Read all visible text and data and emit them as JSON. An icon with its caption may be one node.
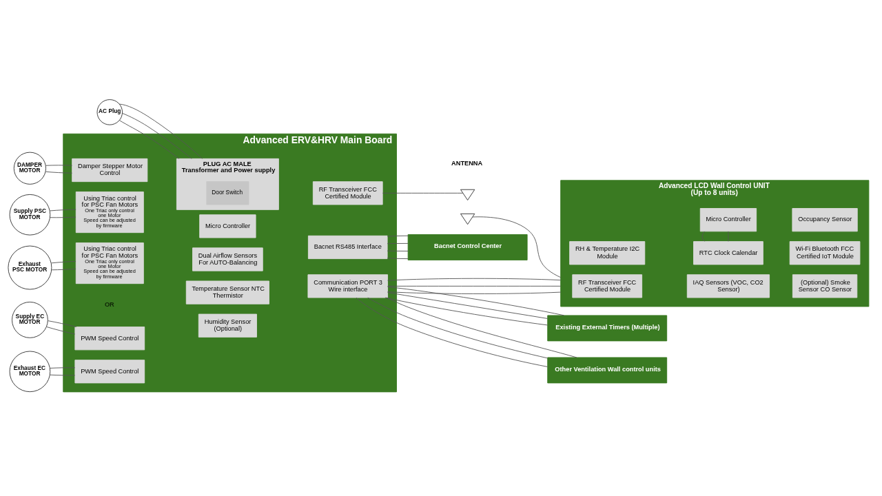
{
  "diagram": {
    "nodes": [
      {
        "text": [
          "Advanced ERV&HRV Main Board"
        ]
      },
      {
        "text": [
          "Damper Stepper Motor Control"
        ],
        "in": 0
      },
      {
        "text": [
          "PLUG AC MALE",
          "Transformer and Power supply"
        ],
        "in": 0
      },
      {
        "text": [
          "Door Switch"
        ],
        "in": 2
      },
      {
        "text": [
          "RF Transceiver FCC Certified Module"
        ],
        "in": 0
      },
      {
        "text": [
          "Using Triac control for PSC Fan Motors",
          "One Triac only control one Motor",
          "Speed can be adjusted by firmware"
        ],
        "in": 0
      },
      {
        "text": [
          "Communication PORT 3 Wire interface"
        ],
        "in": 0
      },
      {
        "text": [
          "Using Triac control for PSC Fan Motors",
          "One Triac only control one Motor",
          "Speed can be adjusted by firmware"
        ],
        "in": 0
      },
      {
        "text": [
          "Micro Controller"
        ],
        "in": 0
      },
      {
        "text": [
          "PWM Speed Control"
        ],
        "in": 0
      },
      {
        "text": [
          "PWM Speed Control"
        ],
        "in": 0
      },
      {
        "text": [
          "Dual Airflow Sensors For AUTO-Balancing"
        ],
        "in": 0
      },
      {
        "text": [
          "Temperature Sensor NTC Thermistor"
        ],
        "in": 0
      },
      {
        "text": [
          "Humidity Sensor (Optional)"
        ],
        "in": 0
      },
      {
        "text": [
          "Bacnet RS485 Interface"
        ],
        "in": 0
      },
      {
        "text": [
          "DAMPER MOTOR"
        ]
      },
      {
        "text": [
          "Supply PSC MOTOR"
        ]
      },
      {
        "text": [
          "Exhaust PSC MOTOR"
        ]
      },
      {
        "text": [
          "Supply EC MOTOR"
        ]
      },
      {
        "text": [
          "Exhaust EC MOTOR"
        ]
      },
      {
        "text": [
          "AC Plug"
        ]
      },
      {
        "text": [],
        "shape": "triangle"
      },
      {
        "text": [],
        "shape": "triangle"
      },
      {
        "text": [
          "Advanced LCD Wall Control UNIT",
          "(Up to 8 units)"
        ]
      },
      {
        "text": [
          "RF Transceiver FCC Certified Module"
        ],
        "in": 23
      },
      {
        "text": [
          "Occupancy Sensor"
        ],
        "in": 23
      },
      {
        "text": [
          "Micro Controller"
        ],
        "in": 23
      },
      {
        "text": [
          "RTC Clock Calendar"
        ],
        "in": 23
      },
      {
        "text": [
          "Wi-Fi Bluetooth FCC Certified IoT Module"
        ],
        "in": 23
      },
      {
        "text": [
          "RH & Temperature I2C Module"
        ],
        "in": 23
      },
      {
        "text": [
          "IAQ Sensors (VOC, CO2 Sensor)"
        ],
        "in": 23
      },
      {
        "text": [
          "(Optional) Smoke Sensor CO Sensor"
        ],
        "in": 23
      },
      {
        "text": [
          "Existing External Timers (Multiple)"
        ]
      },
      {
        "text": [
          "Other Ventilation Wall control units"
        ]
      },
      {
        "text": [
          "Bacnet Control Center"
        ]
      }
    ],
    "edges": [
      {
        "from": 15,
        "to": 1,
        "arrow": "none"
      },
      {
        "from": 15,
        "to": 1,
        "arrow": "none"
      },
      {
        "from": 16,
        "to": 5,
        "arrow": "none"
      },
      {
        "from": 16,
        "to": 5,
        "arrow": "none"
      },
      {
        "from": 17,
        "to": 7,
        "arrow": "none"
      },
      {
        "from": 17,
        "to": 7,
        "arrow": "none"
      },
      {
        "from": 18,
        "to": 9,
        "arrow": "none"
      },
      {
        "from": 18,
        "to": 9,
        "arrow": "none"
      },
      {
        "from": 19,
        "to": 10,
        "arrow": "none"
      },
      {
        "from": 19,
        "to": 10,
        "arrow": "none"
      },
      {
        "from": 20,
        "to": 2,
        "arrow": "none"
      },
      {
        "from": 20,
        "to": 2,
        "arrow": "none"
      },
      {
        "from": 20,
        "to": 2,
        "arrow": "none"
      },
      {
        "from": 4,
        "to": 21,
        "arrow": "none"
      },
      {
        "from": 22,
        "to": 23,
        "arrow": "none"
      },
      {
        "from": 6,
        "to": 23,
        "arrow": "none"
      },
      {
        "from": 6,
        "to": 23,
        "arrow": "none"
      },
      {
        "from": 6,
        "to": 23,
        "arrow": "none"
      },
      {
        "from": 6,
        "to": 32,
        "arrow": "none"
      },
      {
        "from": 6,
        "to": 32,
        "arrow": "none"
      },
      {
        "from": 6,
        "to": 32,
        "arrow": "none"
      },
      {
        "from": 6,
        "to": 33,
        "arrow": "none"
      },
      {
        "from": 6,
        "to": 33,
        "arrow": "none"
      },
      {
        "from": 6,
        "to": 33,
        "arrow": "none"
      },
      {
        "from": 14,
        "to": 34,
        "arrow": "none"
      },
      {
        "from": 14,
        "to": 34,
        "arrow": "none"
      },
      {
        "from": 14,
        "to": 34,
        "arrow": "none"
      },
      {
        "from": 14,
        "to": 34,
        "arrow": "none"
      },
      {
        "from": 26,
        "to": 27,
        "arrow": "none"
      },
      {
        "from": 26,
        "to": 27,
        "arrow": "none"
      }
    ],
    "labels": [
      "OR",
      "ANTENNA"
    ]
  }
}
